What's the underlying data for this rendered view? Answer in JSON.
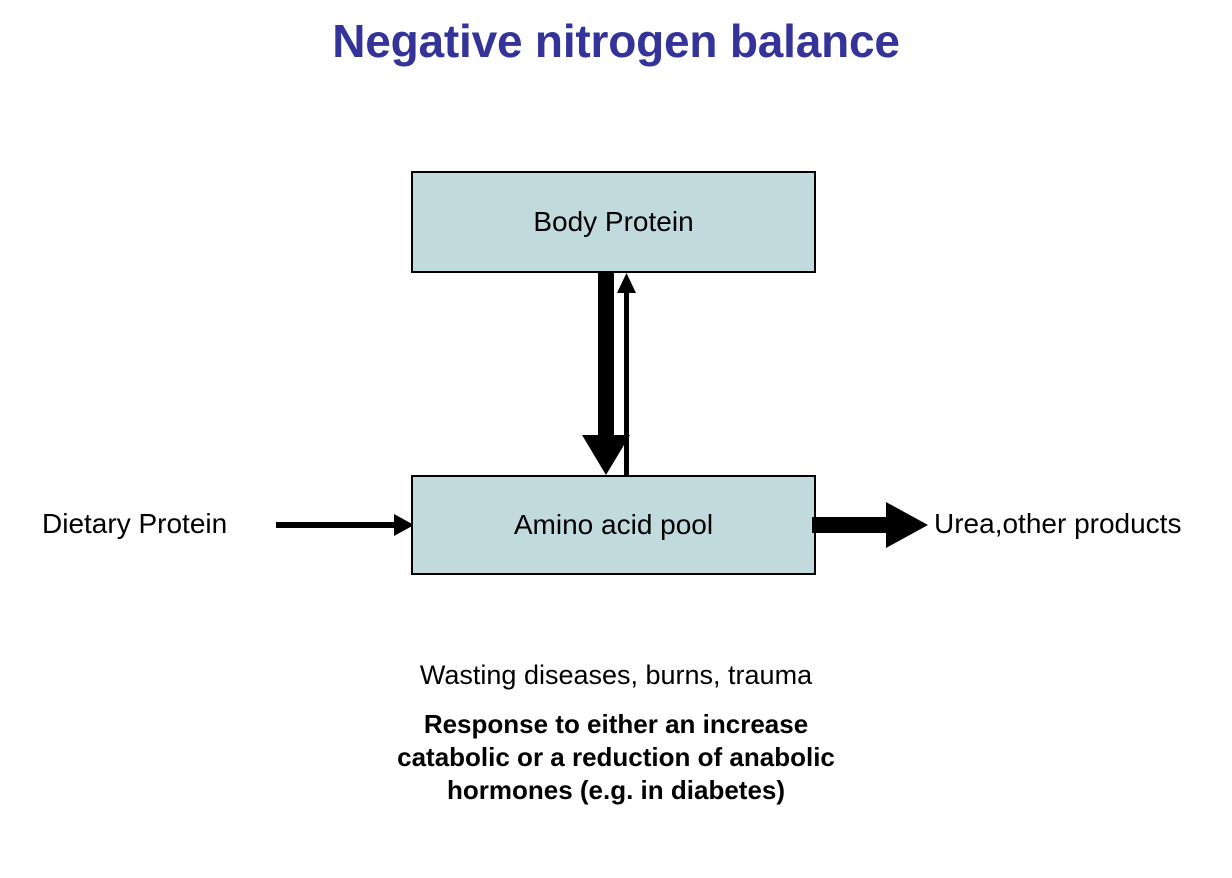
{
  "slide": {
    "title": "Negative nitrogen balance",
    "title_color": "#333399",
    "background_color": "#ffffff"
  },
  "diagram": {
    "box_fill_color": "#c0dade",
    "box_border_color": "#000000",
    "arrow_color": "#000000",
    "nodes": [
      {
        "id": "body-protein",
        "label": "Body Protein"
      },
      {
        "id": "amino-acid-pool",
        "label": "Amino acid pool"
      }
    ],
    "labels": {
      "input": "Dietary Protein",
      "output": "Urea,other products"
    },
    "edges": [
      {
        "id": "catabolism",
        "from": "body-protein",
        "to": "amino-acid-pool",
        "weight": "thick",
        "direction": "down"
      },
      {
        "id": "anabolism",
        "from": "amino-acid-pool",
        "to": "body-protein",
        "weight": "thin",
        "direction": "up"
      },
      {
        "id": "dietary-intake",
        "from": "Dietary Protein",
        "to": "amino-acid-pool",
        "weight": "thin",
        "direction": "right"
      },
      {
        "id": "urea-output",
        "from": "amino-acid-pool",
        "to": "Urea,other products",
        "weight": "thick",
        "direction": "right"
      }
    ]
  },
  "caption": {
    "conditions": "Wasting diseases, burns, trauma",
    "explanation_lines": [
      "Response to either an increase",
      "catabolic or a reduction of anabolic",
      "hormones (e.g. in diabetes)"
    ]
  }
}
